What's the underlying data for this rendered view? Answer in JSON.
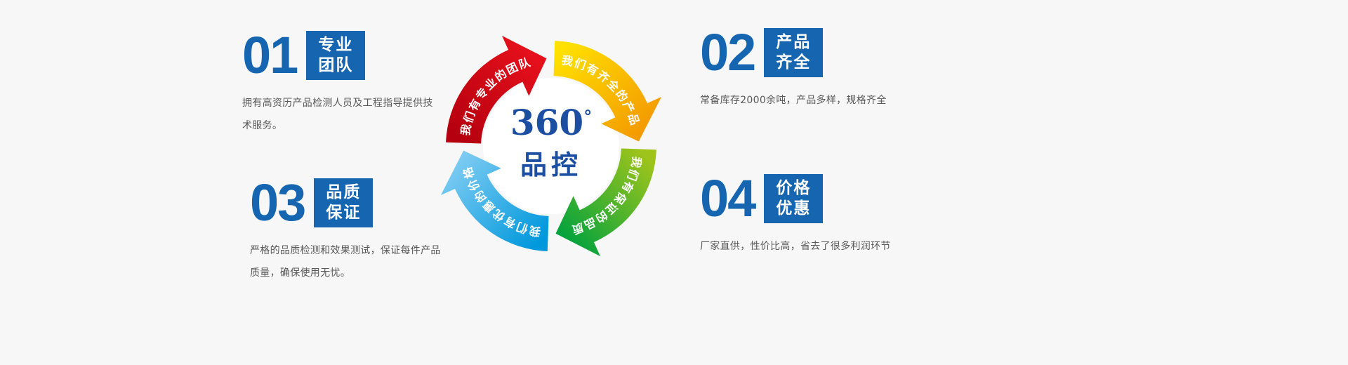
{
  "page": {
    "background": "#f7f7f7"
  },
  "accent_colors": {
    "primary_blue": "#1565b0",
    "center_blue": "#1c4ea2",
    "text_gray": "#585858"
  },
  "center": {
    "number": "360",
    "degree": "°",
    "label": "品控"
  },
  "wheel": {
    "arrows": [
      {
        "id": "red",
        "label": "我们有专业的团队",
        "color_start": "#b5000f",
        "color_end": "#e8111c"
      },
      {
        "id": "yellow",
        "label": "我们有齐全的产品",
        "color_start": "#ffe000",
        "color_end": "#f39800"
      },
      {
        "id": "green",
        "label": "我们有保证的品质",
        "color_start": "#9ec41b",
        "color_end": "#00a23e"
      },
      {
        "id": "blue",
        "label": "我们有优惠的价格",
        "color_start": "#0098dc",
        "color_end": "#7fccf2"
      }
    ]
  },
  "features": [
    {
      "number": "01",
      "title_line1": "专业",
      "title_line2": "团队",
      "description": "拥有高资历产品检测人员及工程指导提供技术服务。"
    },
    {
      "number": "02",
      "title_line1": "产品",
      "title_line2": "齐全",
      "description": "常备库存2000余吨，产品多样，规格齐全"
    },
    {
      "number": "03",
      "title_line1": "品质",
      "title_line2": "保证",
      "description": "严格的品质检测和效果测试，保证每件产品质量，确保使用无忧。"
    },
    {
      "number": "04",
      "title_line1": "价格",
      "title_line2": "优惠",
      "description": "厂家直供，性价比高，省去了很多利润环节"
    }
  ]
}
